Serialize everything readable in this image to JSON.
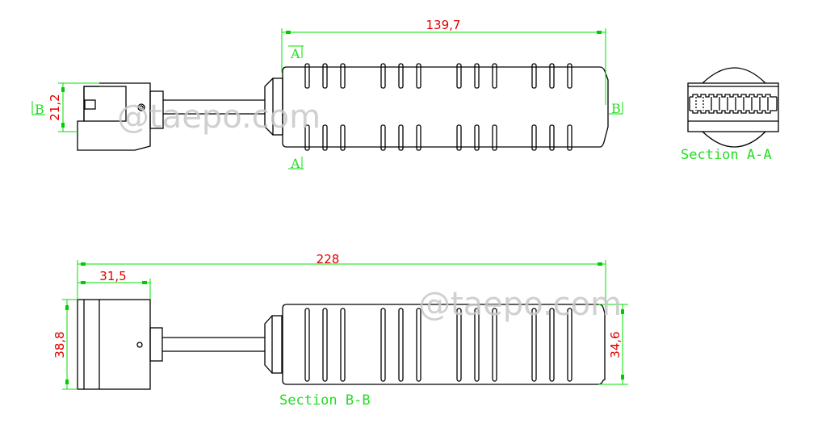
{
  "drawing": {
    "title": "Cable gland / connector technical drawing",
    "watermark": "@taepo.com",
    "colors": {
      "outline": "#000000",
      "dimension_line": "#00e000",
      "dimension_text": "#e00000",
      "label": "#22dd22",
      "watermark": "#c8c8c8"
    },
    "top_view": {
      "dimension_length": "139,7",
      "dimension_height": "21,2",
      "section_marker_a_top": "A",
      "section_marker_a_bottom": "A",
      "section_marker_b_left": "B",
      "section_marker_b_right": "B"
    },
    "section_a_a": {
      "label": "Section A-A"
    },
    "section_b_b": {
      "label": "Section B-B",
      "dimension_total_length": "228",
      "dimension_connector_length": "31,5",
      "dimension_connector_height": "38,8",
      "dimension_body_height": "34,6"
    }
  }
}
